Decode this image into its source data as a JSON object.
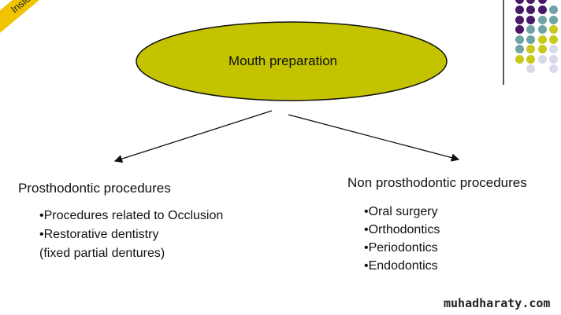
{
  "ribbon_text": "Inside",
  "center": "Mouth preparation",
  "left": {
    "title": "Prosthodontic procedures",
    "items": [
      "•Procedures related to Occlusion",
      "•Restorative dentistry",
      "(fixed partial dentures)"
    ]
  },
  "right": {
    "title": "Non prosthodontic procedures",
    "items": [
      "•Oral surgery",
      "•Orthodontics",
      "•Periodontics",
      "•Endodontics"
    ]
  },
  "watermark": "muhadharaty.com",
  "colors": {
    "ellipse": "#c4c300",
    "purple": "#4a1868",
    "teal": "#70a4a4",
    "yellow": "#c9c91c",
    "lavender": "#d9d9ec"
  },
  "dots": [
    [
      "P",
      "P",
      "P",
      "T"
    ],
    [
      "P",
      "P",
      "T",
      "T"
    ],
    [
      "P",
      "T",
      "T",
      "Y"
    ],
    [
      "T",
      "T",
      "Y",
      "Y"
    ],
    [
      "T",
      "Y",
      "Y",
      "L"
    ],
    [
      "Y",
      "Y",
      "L",
      "L"
    ],
    [
      "",
      "L",
      "",
      "L"
    ]
  ]
}
